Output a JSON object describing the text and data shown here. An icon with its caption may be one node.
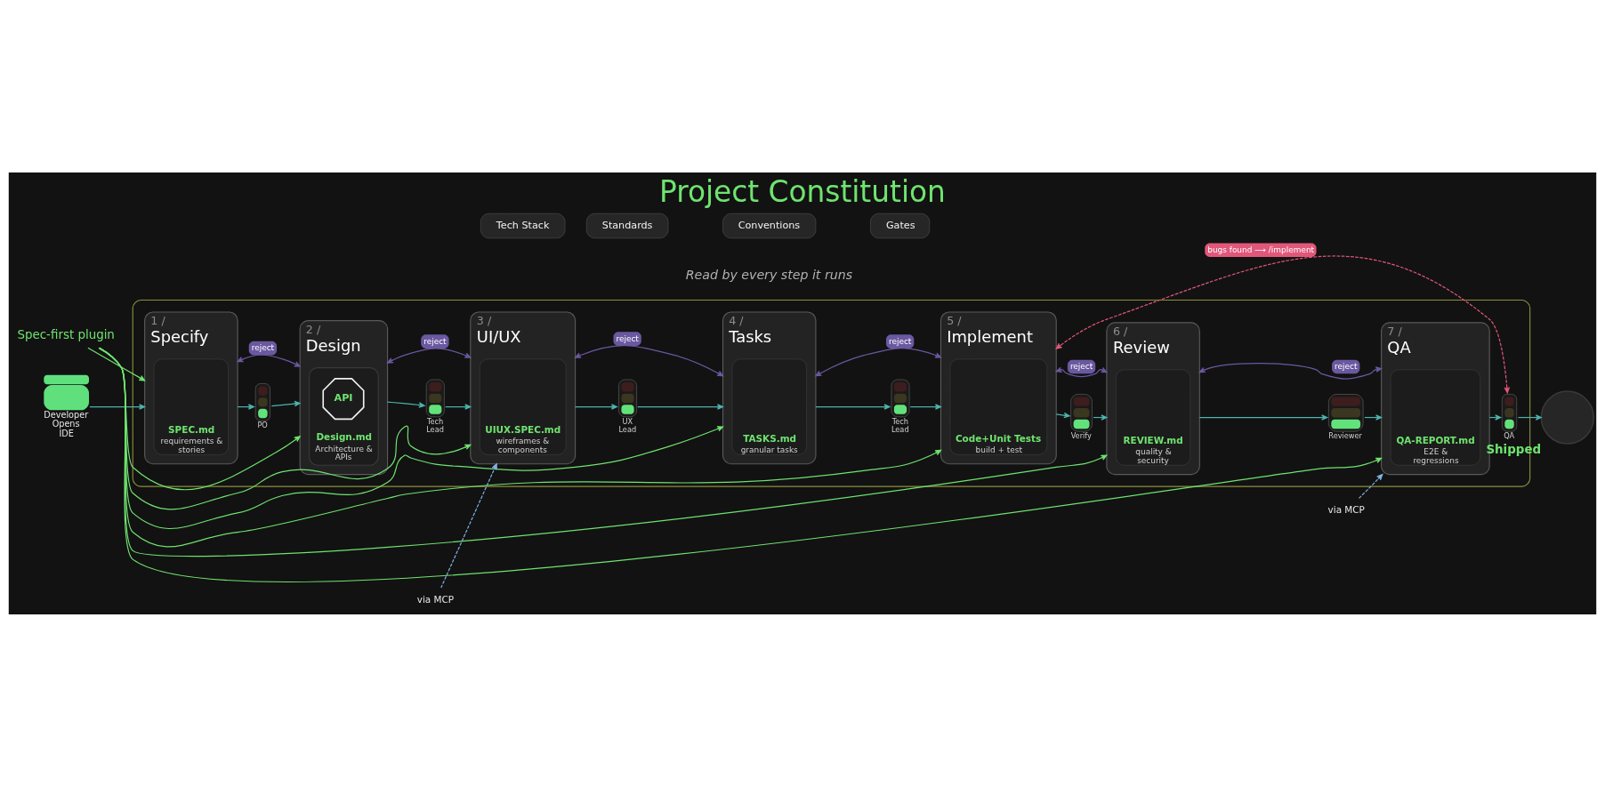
{
  "diagram": {
    "title": "Project Constitution",
    "nodes": [
      {
        "text": [
          "Tech Stack"
        ]
      },
      {
        "text": [
          "Standards"
        ]
      },
      {
        "text": [
          "Conventions"
        ]
      },
      {
        "text": [
          "Gates"
        ]
      },
      {
        "text": [
          "Spec-first plugin"
        ]
      },
      {
        "text": [],
        "shape": "person",
        "beside": [
          "Developer Opens IDE"
        ]
      },
      {
        "text": [],
        "shape": "box"
      },
      {
        "text": [
          "1 /",
          "Specify"
        ],
        "in": 6
      },
      {
        "text": [
          "SPEC.md",
          "requirements & stories"
        ],
        "in": 7
      },
      {
        "text": [],
        "shape": "picture",
        "beside": [
          "PO"
        ],
        "in": 6
      },
      {
        "text": [
          "2 /",
          "Design"
        ],
        "in": 6
      },
      {
        "text": [
          "Design.md",
          "Architecture & APIs"
        ],
        "in": 10
      },
      {
        "text": [
          "API"
        ],
        "in": 11
      },
      {
        "text": [],
        "shape": "picture",
        "beside": [
          "Tech Lead"
        ],
        "in": 6
      },
      {
        "text": [
          "3 /",
          "UI/UX"
        ],
        "in": 6
      },
      {
        "text": [
          "UIUX.SPEC.md",
          "wireframes & components"
        ],
        "in": 14
      },
      {
        "text": [],
        "shape": "picture",
        "beside": [
          "UX Lead"
        ],
        "in": 6
      },
      {
        "text": [
          "4 /",
          "Tasks"
        ],
        "in": 6
      },
      {
        "text": [
          "TASKS.md",
          "granular tasks"
        ],
        "in": 17
      },
      {
        "text": [],
        "shape": "picture",
        "beside": [
          "Tech Lead"
        ],
        "in": 6
      },
      {
        "text": [
          "5 /",
          "Implement"
        ],
        "in": 6
      },
      {
        "text": [
          "Code+Unit Tests",
          "build + test"
        ],
        "in": 20
      },
      {
        "text": [],
        "shape": "picture",
        "beside": [
          "Verify"
        ],
        "in": 6
      },
      {
        "text": [
          "6 /",
          "Review"
        ],
        "in": 6
      },
      {
        "text": [
          "REVIEW.md",
          "quality & security"
        ],
        "in": 23
      },
      {
        "text": [],
        "shape": "picture",
        "beside": [
          "Reviewer"
        ],
        "in": 6
      },
      {
        "text": [
          "7 /",
          "QA"
        ],
        "in": 6
      },
      {
        "text": [
          "QA-REPORT.md",
          "E2E & regressions"
        ],
        "in": 26
      },
      {
        "text": [],
        "shape": "picture",
        "beside": [
          "QA"
        ],
        "in": 6
      },
      {
        "text": [],
        "shape": "circle",
        "beside": [
          "Shipped"
        ]
      },
      {
        "text": [
          "via MCP"
        ]
      },
      {
        "text": [
          "via MCP"
        ]
      }
    ],
    "edges": [
      {
        "from": 4,
        "to": 7,
        "arrow": "to",
        "color": "#6fe36f"
      },
      {
        "from": 4,
        "to": 10,
        "arrow": "to",
        "color": "#6fe36f"
      },
      {
        "from": 4,
        "to": 14,
        "arrow": "to",
        "color": "#6fe36f"
      },
      {
        "from": 4,
        "to": 17,
        "arrow": "to",
        "color": "#6fe36f"
      },
      {
        "from": 4,
        "to": 20,
        "arrow": "to",
        "color": "#6fe36f"
      },
      {
        "from": 4,
        "to": 23,
        "arrow": "to",
        "color": "#6fe36f"
      },
      {
        "from": 4,
        "to": 26,
        "arrow": "to",
        "color": "#6fe36f"
      },
      {
        "from": 7,
        "to": 10,
        "arrow": "both",
        "label": "reject",
        "color": "#6a58a0"
      },
      {
        "from": 10,
        "to": 14,
        "arrow": "both",
        "label": "reject",
        "color": "#6a58a0"
      },
      {
        "from": 14,
        "to": 17,
        "arrow": "both",
        "label": "reject",
        "color": "#6a58a0"
      },
      {
        "from": 17,
        "to": 20,
        "arrow": "both",
        "label": "reject",
        "color": "#6a58a0"
      },
      {
        "from": 20,
        "to": 23,
        "arrow": "both",
        "label": "reject",
        "color": "#6a58a0"
      },
      {
        "from": 23,
        "to": 26,
        "arrow": "both",
        "label": "reject",
        "color": "#6a58a0"
      },
      {
        "from": 28,
        "to": 20,
        "arrow": "both",
        "label": "bugs found ⟶ /implement",
        "style": "dashed",
        "color": "#e0577a"
      },
      {
        "from": 5,
        "to": 7,
        "arrow": "to"
      },
      {
        "from": 7,
        "to": 9,
        "arrow": "to"
      },
      {
        "from": 9,
        "to": 10,
        "arrow": "to"
      },
      {
        "from": 10,
        "to": 13,
        "arrow": "to"
      },
      {
        "from": 13,
        "to": 14,
        "arrow": "to"
      },
      {
        "from": 14,
        "to": 16,
        "arrow": "to"
      },
      {
        "from": 16,
        "to": 17,
        "arrow": "to"
      },
      {
        "from": 17,
        "to": 19,
        "arrow": "to"
      },
      {
        "from": 19,
        "to": 20,
        "arrow": "to"
      },
      {
        "from": 20,
        "to": 22,
        "arrow": "to"
      },
      {
        "from": 22,
        "to": 23,
        "arrow": "to"
      },
      {
        "from": 23,
        "to": 25,
        "arrow": "to"
      },
      {
        "from": 25,
        "to": 26,
        "arrow": "to"
      },
      {
        "from": 26,
        "to": 28,
        "arrow": "to"
      },
      {
        "from": 28,
        "to": 29,
        "arrow": "to"
      },
      {
        "from": 30,
        "to": 14,
        "arrow": "to",
        "style": "dashed",
        "color": "#7fb2e5"
      },
      {
        "from": 31,
        "to": 26,
        "arrow": "to",
        "style": "dashed",
        "color": "#7fb2e5"
      }
    ],
    "labels": [
      "Read by every step it runs"
    ]
  }
}
